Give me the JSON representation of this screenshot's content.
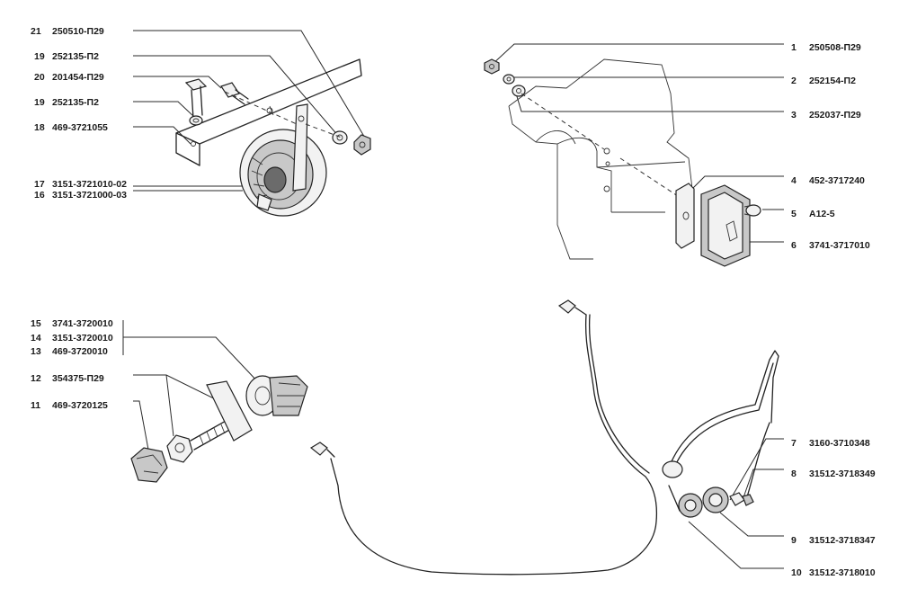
{
  "callouts": [
    {
      "num": "21",
      "code": "250510-П29"
    },
    {
      "num": "19",
      "code": "252135-П2"
    },
    {
      "num": "20",
      "code": "201454-П29"
    },
    {
      "num": "19",
      "code": "252135-П2"
    },
    {
      "num": "18",
      "code": "469-3721055"
    },
    {
      "num": "17",
      "code": "3151-3721010-02"
    },
    {
      "num": "16",
      "code": "3151-3721000-03"
    },
    {
      "num": "1",
      "code": "250508-П29"
    },
    {
      "num": "2",
      "code": "252154-П2"
    },
    {
      "num": "3",
      "code": "252037-П29"
    },
    {
      "num": "4",
      "code": "452-3717240"
    },
    {
      "num": "5",
      "code": "А12-5"
    },
    {
      "num": "6",
      "code": "3741-3717010"
    },
    {
      "num": "15",
      "code": "3741-3720010"
    },
    {
      "num": "14",
      "code": "3151-3720010"
    },
    {
      "num": "13",
      "code": "469-3720010"
    },
    {
      "num": "12",
      "code": "354375-П29"
    },
    {
      "num": "11",
      "code": "469-3720125"
    },
    {
      "num": "7",
      "code": "3160-3710348"
    },
    {
      "num": "8",
      "code": "31512-3718349"
    },
    {
      "num": "9",
      "code": "31512-3718347"
    },
    {
      "num": "10",
      "code": "31512-3718010"
    }
  ],
  "colors": {
    "ink": "#222222",
    "background": "#ffffff"
  }
}
